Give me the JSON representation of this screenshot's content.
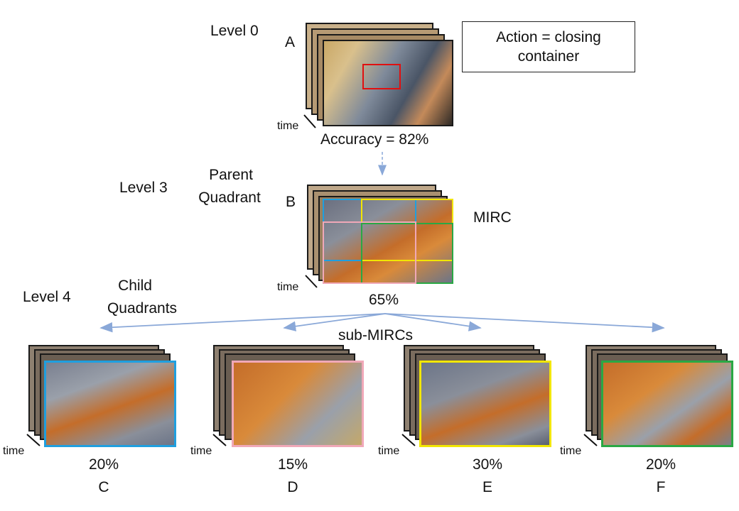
{
  "level0": {
    "level_label": "Level 0",
    "letter": "A",
    "time_label": "time",
    "accuracy": "Accuracy = 82%"
  },
  "action": {
    "line1": "Action = closing",
    "line2": "container"
  },
  "level3": {
    "level_label": "Level 3",
    "quadrant_line1": "Parent",
    "quadrant_line2": "Quadrant",
    "letter": "B",
    "time_label": "time",
    "accuracy": "65%",
    "mirc_label": "MIRC"
  },
  "level4": {
    "level_label": "Level 4",
    "quadrant_line1": "Child",
    "quadrant_line2": "Quadrants",
    "sub_label": "sub-MIRCs",
    "items": [
      {
        "accuracy": "20%",
        "letter": "C",
        "time_label": "time",
        "color": "#1f9fdf"
      },
      {
        "accuracy": "15%",
        "letter": "D",
        "time_label": "time",
        "color": "#f0a8b8"
      },
      {
        "accuracy": "30%",
        "letter": "E",
        "time_label": "time",
        "color": "#f2e600"
      },
      {
        "accuracy": "20%",
        "letter": "F",
        "time_label": "time",
        "color": "#2aa844"
      }
    ]
  },
  "colors": {
    "arrow": "#8aa8d8",
    "highlight_red": "#e01010"
  }
}
